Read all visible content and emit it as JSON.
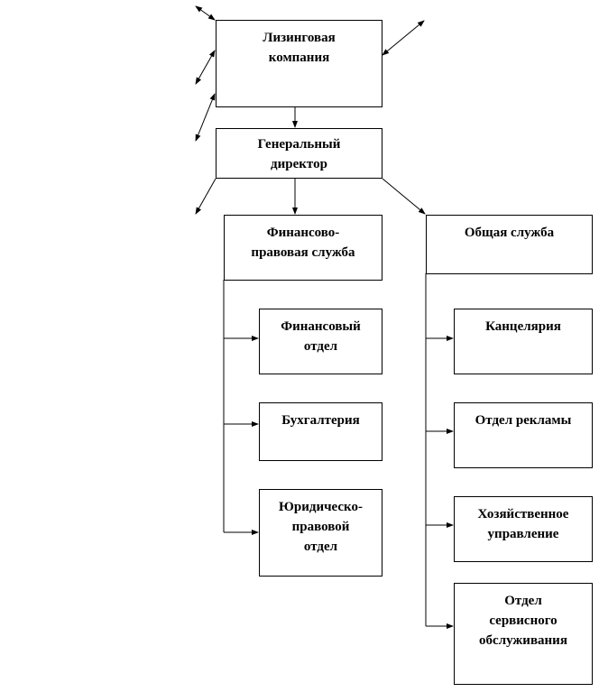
{
  "nodes": {
    "leasing": "Лизинговая\nкомпания",
    "director": "Генеральный\nдиректор",
    "finlegal": "Финансово-\nправовая служба",
    "general": "Общая служба",
    "fin_dept": "Финансовый\nотдел",
    "accounting": "Бухгалтерия",
    "legal_dept": "Юридическо-\nправовой\nотдел",
    "office": "Канцелярия",
    "ads": "Отдел рекламы",
    "household": "Хозяйственное\nуправление",
    "service": "Отдел\nсервисного\nобслуживания"
  }
}
